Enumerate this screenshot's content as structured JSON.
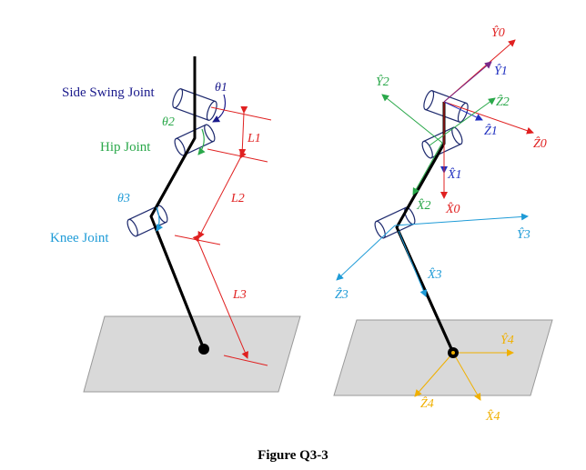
{
  "caption": "Figure Q3-3",
  "colors": {
    "navy": "#1a1a8c",
    "green": "#2aa84a",
    "cyan": "#1e9bd7",
    "red": "#e02020",
    "blue": "#2030c0",
    "orange": "#f0b000",
    "purple": "#7a2a8a",
    "link": "#000000",
    "plane": "#d9d9d9"
  },
  "left": {
    "joints": {
      "side_swing": "Side Swing Joint",
      "hip": "Hip Joint",
      "knee": "Knee Joint"
    },
    "angles": {
      "theta1": "θ1",
      "theta2": "θ2",
      "theta3": "θ3"
    },
    "lengths": {
      "L1": "L1",
      "L2": "L2",
      "L3": "L3"
    }
  },
  "right": {
    "axes": {
      "Y0": "Ŷ0",
      "Y1": "Ŷ1",
      "Y2": "Ŷ2",
      "Z2": "Ẑ2",
      "Z1": "Ẑ1",
      "Z0": "Ẑ0",
      "X1": "X̂1",
      "X2": "X̂2",
      "X0": "X̂0",
      "Y3": "Ŷ3",
      "X3": "X̂3",
      "Z3": "Ẑ3",
      "Y4": "Ŷ4",
      "Z4": "Ẑ4",
      "X4": "X̂4"
    }
  }
}
